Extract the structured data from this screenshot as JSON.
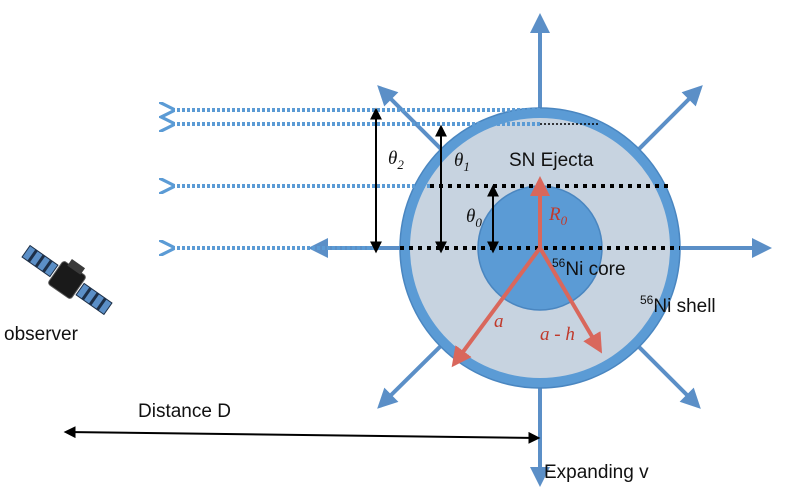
{
  "labels": {
    "observer": "observer",
    "distance": "Distance D",
    "expanding": "Expanding v",
    "ejecta": "SN Ejecta",
    "core_sup": "56",
    "core_text": "Ni core",
    "shell_sup": "56",
    "shell_text": "Ni shell",
    "theta_sym": "θ",
    "theta2_sub": "2",
    "theta1_sub": "1",
    "theta0_sub": "0",
    "r0_sym": "R",
    "r0_sub": "0",
    "a_label": "a",
    "a_minus_h": "a - h"
  },
  "colors": {
    "outer_ring": "#5b9bd5",
    "shell_fill": "#c7d3e0",
    "core_fill": "#5b9bd5",
    "arrow_blue": "#5b8fc7",
    "ray_blue": "#5b9bd5",
    "radius_red": "#d9675c",
    "label_red": "#c0392b"
  },
  "icons": {
    "observer": "satellite-icon"
  }
}
